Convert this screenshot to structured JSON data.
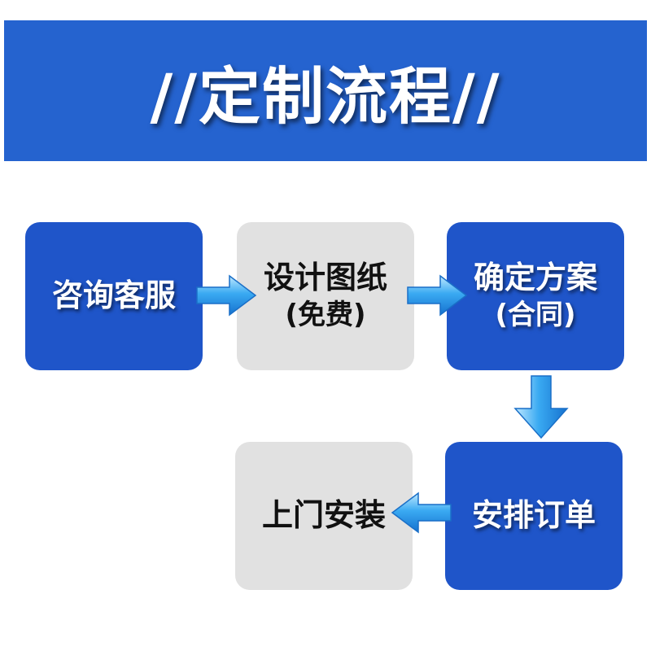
{
  "title": "//定制流程//",
  "steps": [
    {
      "label": "咨询客服",
      "sub": ""
    },
    {
      "label": "设计图纸",
      "sub": "(免费)"
    },
    {
      "label": "确定方案",
      "sub": "(合同)"
    },
    {
      "label": "安排订单",
      "sub": ""
    },
    {
      "label": "上门安装",
      "sub": ""
    }
  ],
  "colors": {
    "banner": "#2563cf",
    "step_blue": "#1f55c9",
    "step_gray": "#e1e1e1",
    "arrow": "#2aa0ee"
  }
}
